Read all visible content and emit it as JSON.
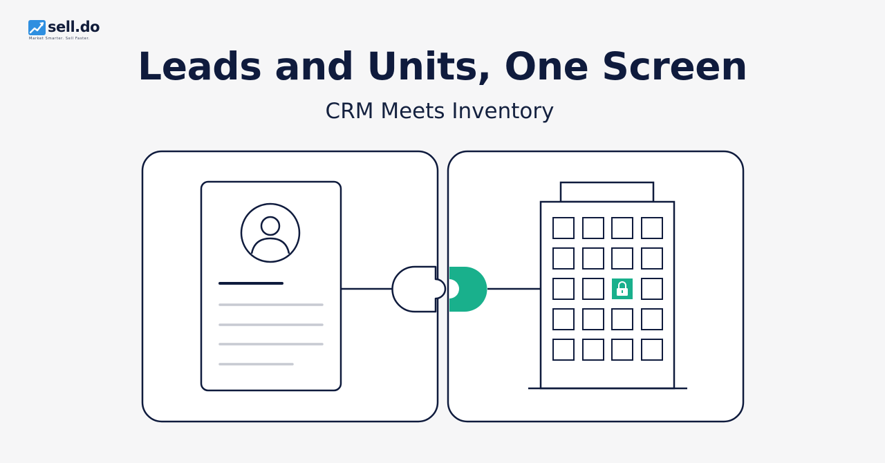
{
  "brand": {
    "name": "sell.do",
    "tagline": "Market Smarter. Sell Faster.",
    "accent_color": "#19b08c",
    "logo_blue": "#2f8fe0"
  },
  "header": {
    "title": "Leads and Units, One Screen",
    "subtitle": "CRM Meets Inventory"
  },
  "colors": {
    "stroke": "#0f1b3d",
    "text_lines": "#c7cad2",
    "background": "#f6f6f7",
    "panel": "#ffffff"
  },
  "diagram": {
    "left_panel": {
      "icon": "contact-card-icon",
      "avatar_icon": "user-avatar-icon"
    },
    "connector": {
      "left_icon": "plug-icon",
      "right_icon": "socket-icon"
    },
    "right_panel": {
      "icon": "building-icon",
      "window_rows": 5,
      "window_cols": 4,
      "locked_unit": {
        "row": 3,
        "col": 3
      },
      "lock_icon": "lock-icon"
    }
  }
}
